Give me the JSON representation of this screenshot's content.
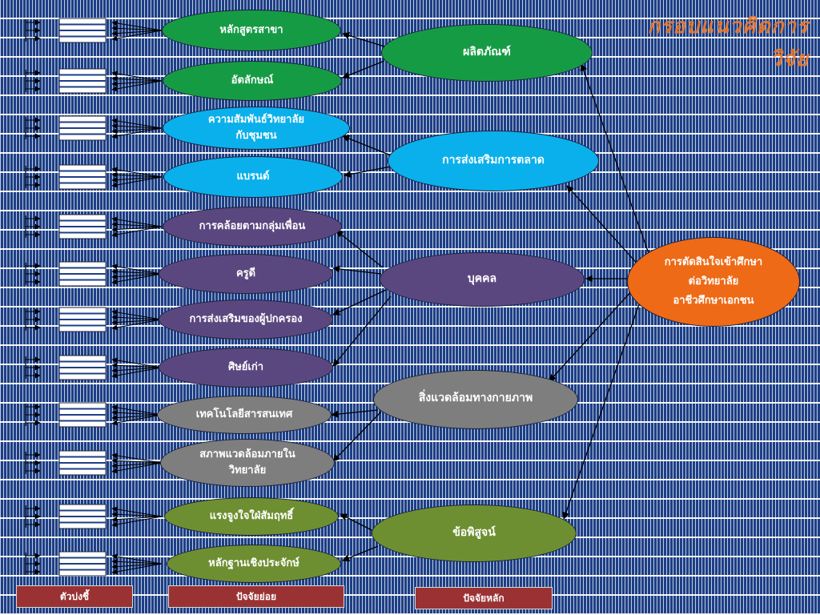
{
  "title": "กรอบแนวคิดการวิจัย",
  "nodes": {
    "sub": [
      {
        "label": "หลักสูตรสาขา",
        "color": "#169b45"
      },
      {
        "label": "อัตลักษณ์",
        "color": "#169b45"
      },
      {
        "label": "ความสัมพันธ์วิทยาลัย\nกับชุมชน",
        "color": "#0ab0ec"
      },
      {
        "label": "แบรนด์",
        "color": "#0ab0ec"
      },
      {
        "label": "การคล้อยตามกลุ่มเพื่อน",
        "color": "#5b477f"
      },
      {
        "label": "ครูดี",
        "color": "#5b477f"
      },
      {
        "label": "การส่งเสริมของผู้ปกครอง",
        "color": "#5b477f"
      },
      {
        "label": "ศิษย์เก่า",
        "color": "#5b477f"
      },
      {
        "label": "เทคโนโลยีสารสนเทศ",
        "color": "#7e7e7e"
      },
      {
        "label": "สภาพแวดล้อมภายใน\nวิทยาลัย",
        "color": "#7e7e7e"
      },
      {
        "label": "แรงจูงใจใฝ่สัมฤทธิ์",
        "color": "#6e8f31"
      },
      {
        "label": "หลักฐานเชิงประจักษ์",
        "color": "#6e8f31"
      }
    ],
    "main": [
      {
        "label": "ผลิตภัณฑ์",
        "color": "#169b45"
      },
      {
        "label": "การส่งเสริมการตลาด",
        "color": "#0ab0ec"
      },
      {
        "label": "บุคคล",
        "color": "#5b477f"
      },
      {
        "label": "สิ่งแวดล้อมทางกายภาพ",
        "color": "#7e7e7e"
      },
      {
        "label": "ข้อพิสูจน์",
        "color": "#6e8f31"
      }
    ],
    "outcome": {
      "label": "การตัดสินใจเข้าศึกษา\nต่อวิทยาลัย\nอาชีวศึกษาเอกชน",
      "color": "#ee6a16"
    }
  },
  "legend": {
    "indicators": "ตัวบ่งชี้",
    "sub_factors": "ปัจจัยย่อย",
    "main_factors": "ปัจจัยหลัก",
    "color": "#9a3234"
  }
}
